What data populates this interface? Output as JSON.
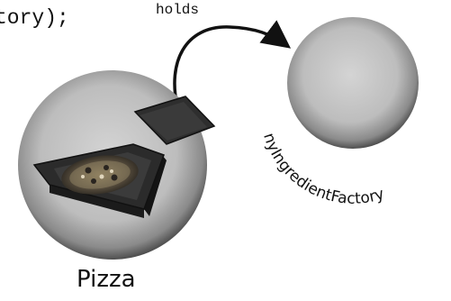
{
  "code_fragment": "tory);",
  "arrow_label": "holds",
  "object_labels": {
    "pizza": "Pizza",
    "factory": "nyIngredientFactory"
  },
  "icons": {
    "pizza_object": "pizza-box-icon",
    "factory_object": "sphere-object-icon"
  },
  "colors": {
    "sphere_light": "#c9c9c9",
    "sphere_dark": "#4a4a4a",
    "box": "#2b2b2b",
    "ink": "#111111"
  }
}
